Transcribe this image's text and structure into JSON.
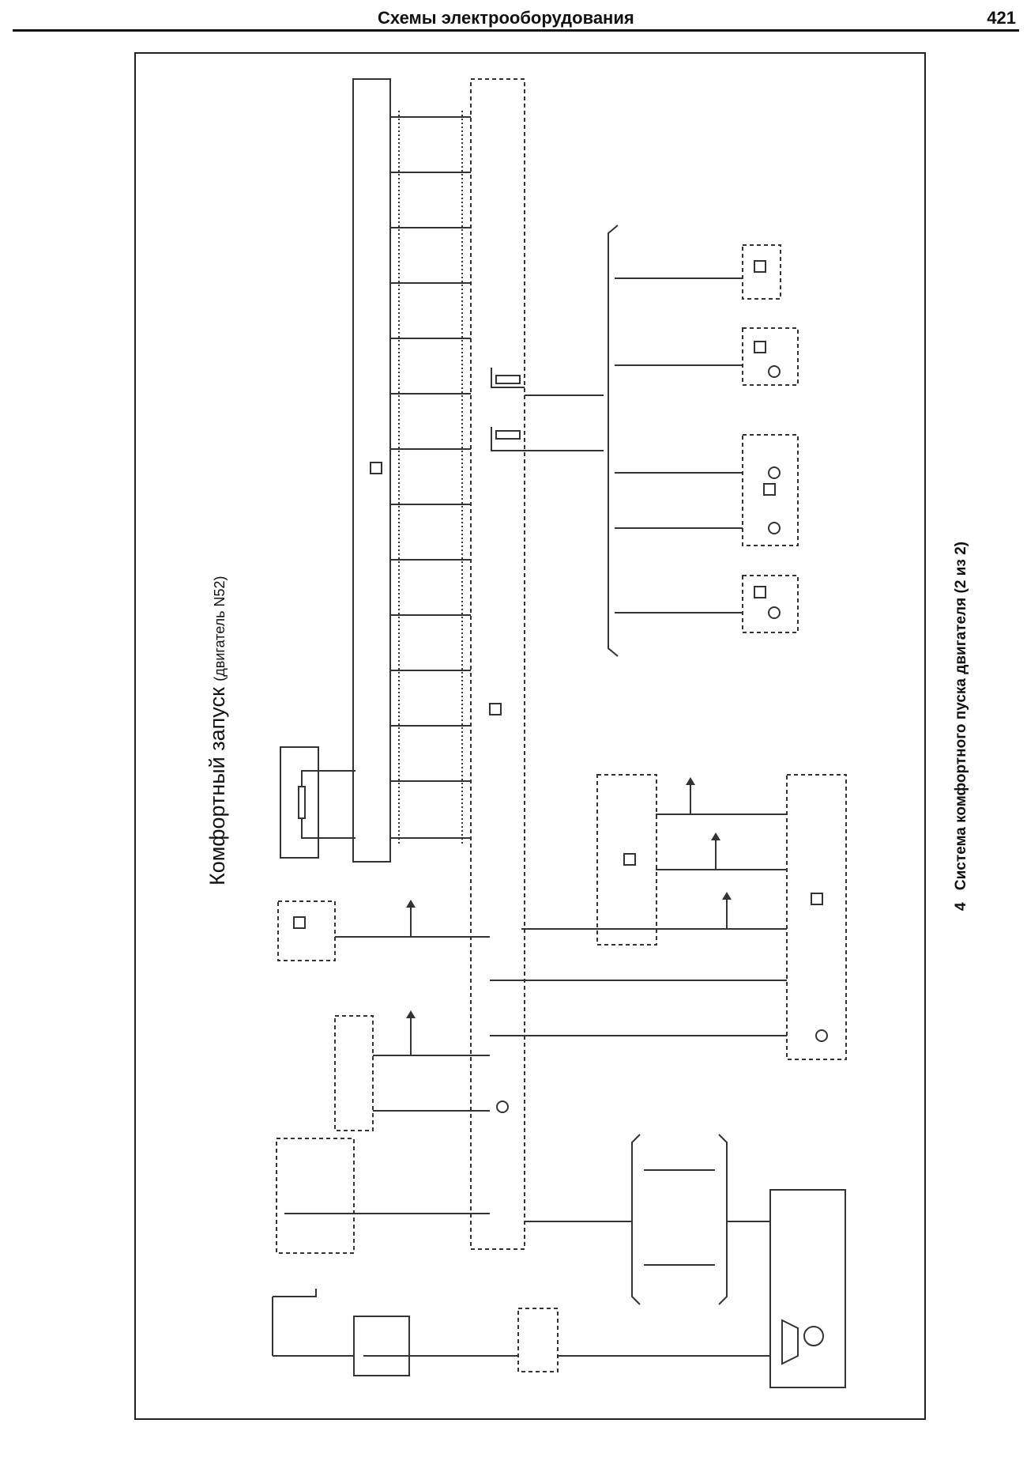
{
  "header": {
    "title": "Схемы электрооборудования",
    "page_number": "421"
  },
  "diagram": {
    "title_main": "Комфортный запуск",
    "title_sub": "(двигатель N52)",
    "caption_number": "4",
    "caption_text": "Система комфортного пуска двигателя (2 из 2)"
  },
  "colors": {
    "line": "#333333",
    "dashed_box": "#555555",
    "text": "#111111"
  }
}
